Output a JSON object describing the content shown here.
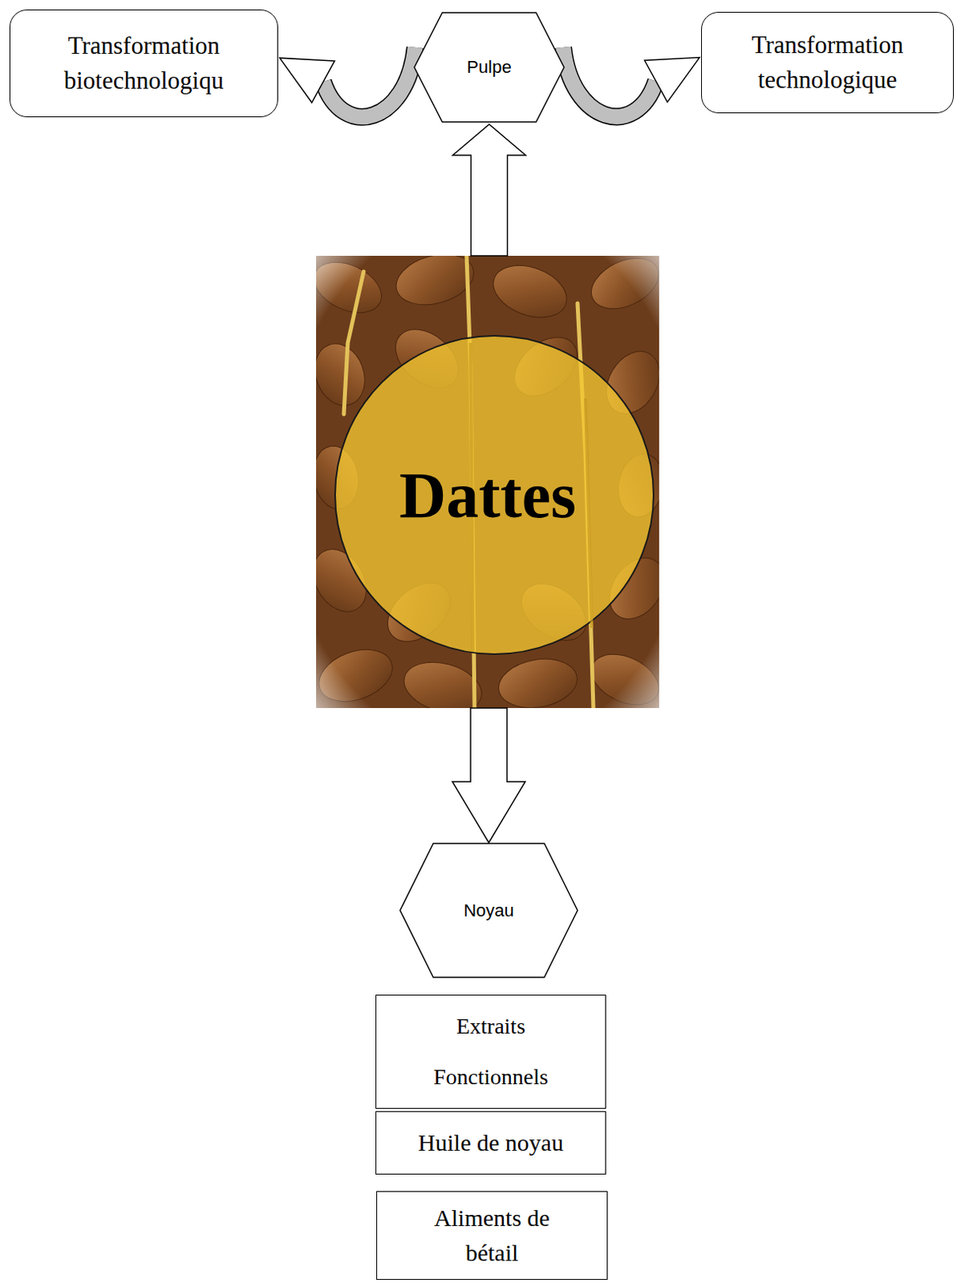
{
  "diagram": {
    "nodes": [
      {
        "text": [
          "Transformation biotechnologiqu"
        ]
      },
      {
        "text": [
          "Pulpe"
        ]
      },
      {
        "text": [
          "Transformation technologique"
        ]
      },
      {
        "text": [
          "Dattes"
        ]
      },
      {
        "text": [
          "Noyau"
        ]
      },
      {
        "text": [
          "Extraits Fonctionnels"
        ]
      },
      {
        "text": [
          "Huile de noyau"
        ]
      },
      {
        "text": [
          "Aliments de bétail"
        ]
      }
    ],
    "edges": [
      {
        "from": 3,
        "to": 1,
        "arrow": "to"
      },
      {
        "from": 3,
        "to": 4,
        "arrow": "to"
      },
      {
        "from": 1,
        "to": 0,
        "arrow": "to"
      },
      {
        "from": 1,
        "to": 2,
        "arrow": "to"
      }
    ]
  }
}
